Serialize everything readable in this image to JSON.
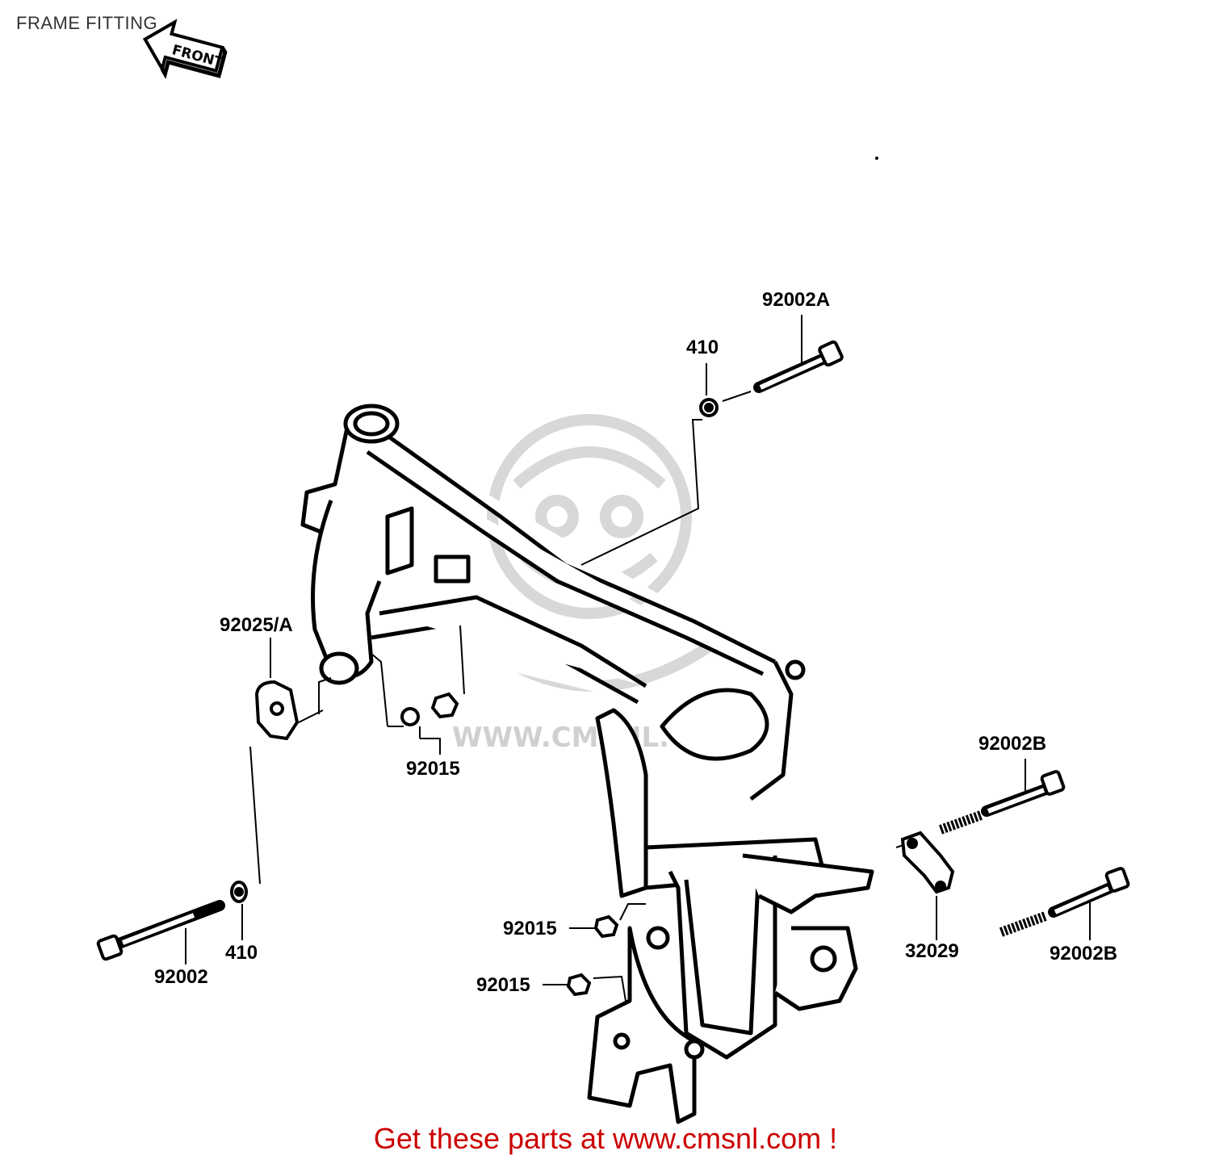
{
  "page": {
    "title": "FRAME FITTING"
  },
  "front_arrow": {
    "label": "FRONT"
  },
  "watermark": {
    "text": "WWW.CMSNL.COM"
  },
  "labels": {
    "p92002A": "92002A",
    "p410_top": "410",
    "p92025A": "92025/A",
    "p92015_mid": "92015",
    "p92002B_top": "92002B",
    "p92015_a": "92015",
    "p92015_b": "92015",
    "p32029": "32029",
    "p92002B_bottom": "92002B",
    "p410_bottom": "410",
    "p92002": "92002"
  },
  "footer": {
    "text": "Get these parts at www.cmsnl.com !"
  },
  "colors": {
    "line": "#000000",
    "watermark": "#d8d8d8",
    "footer": "#cc0000"
  }
}
